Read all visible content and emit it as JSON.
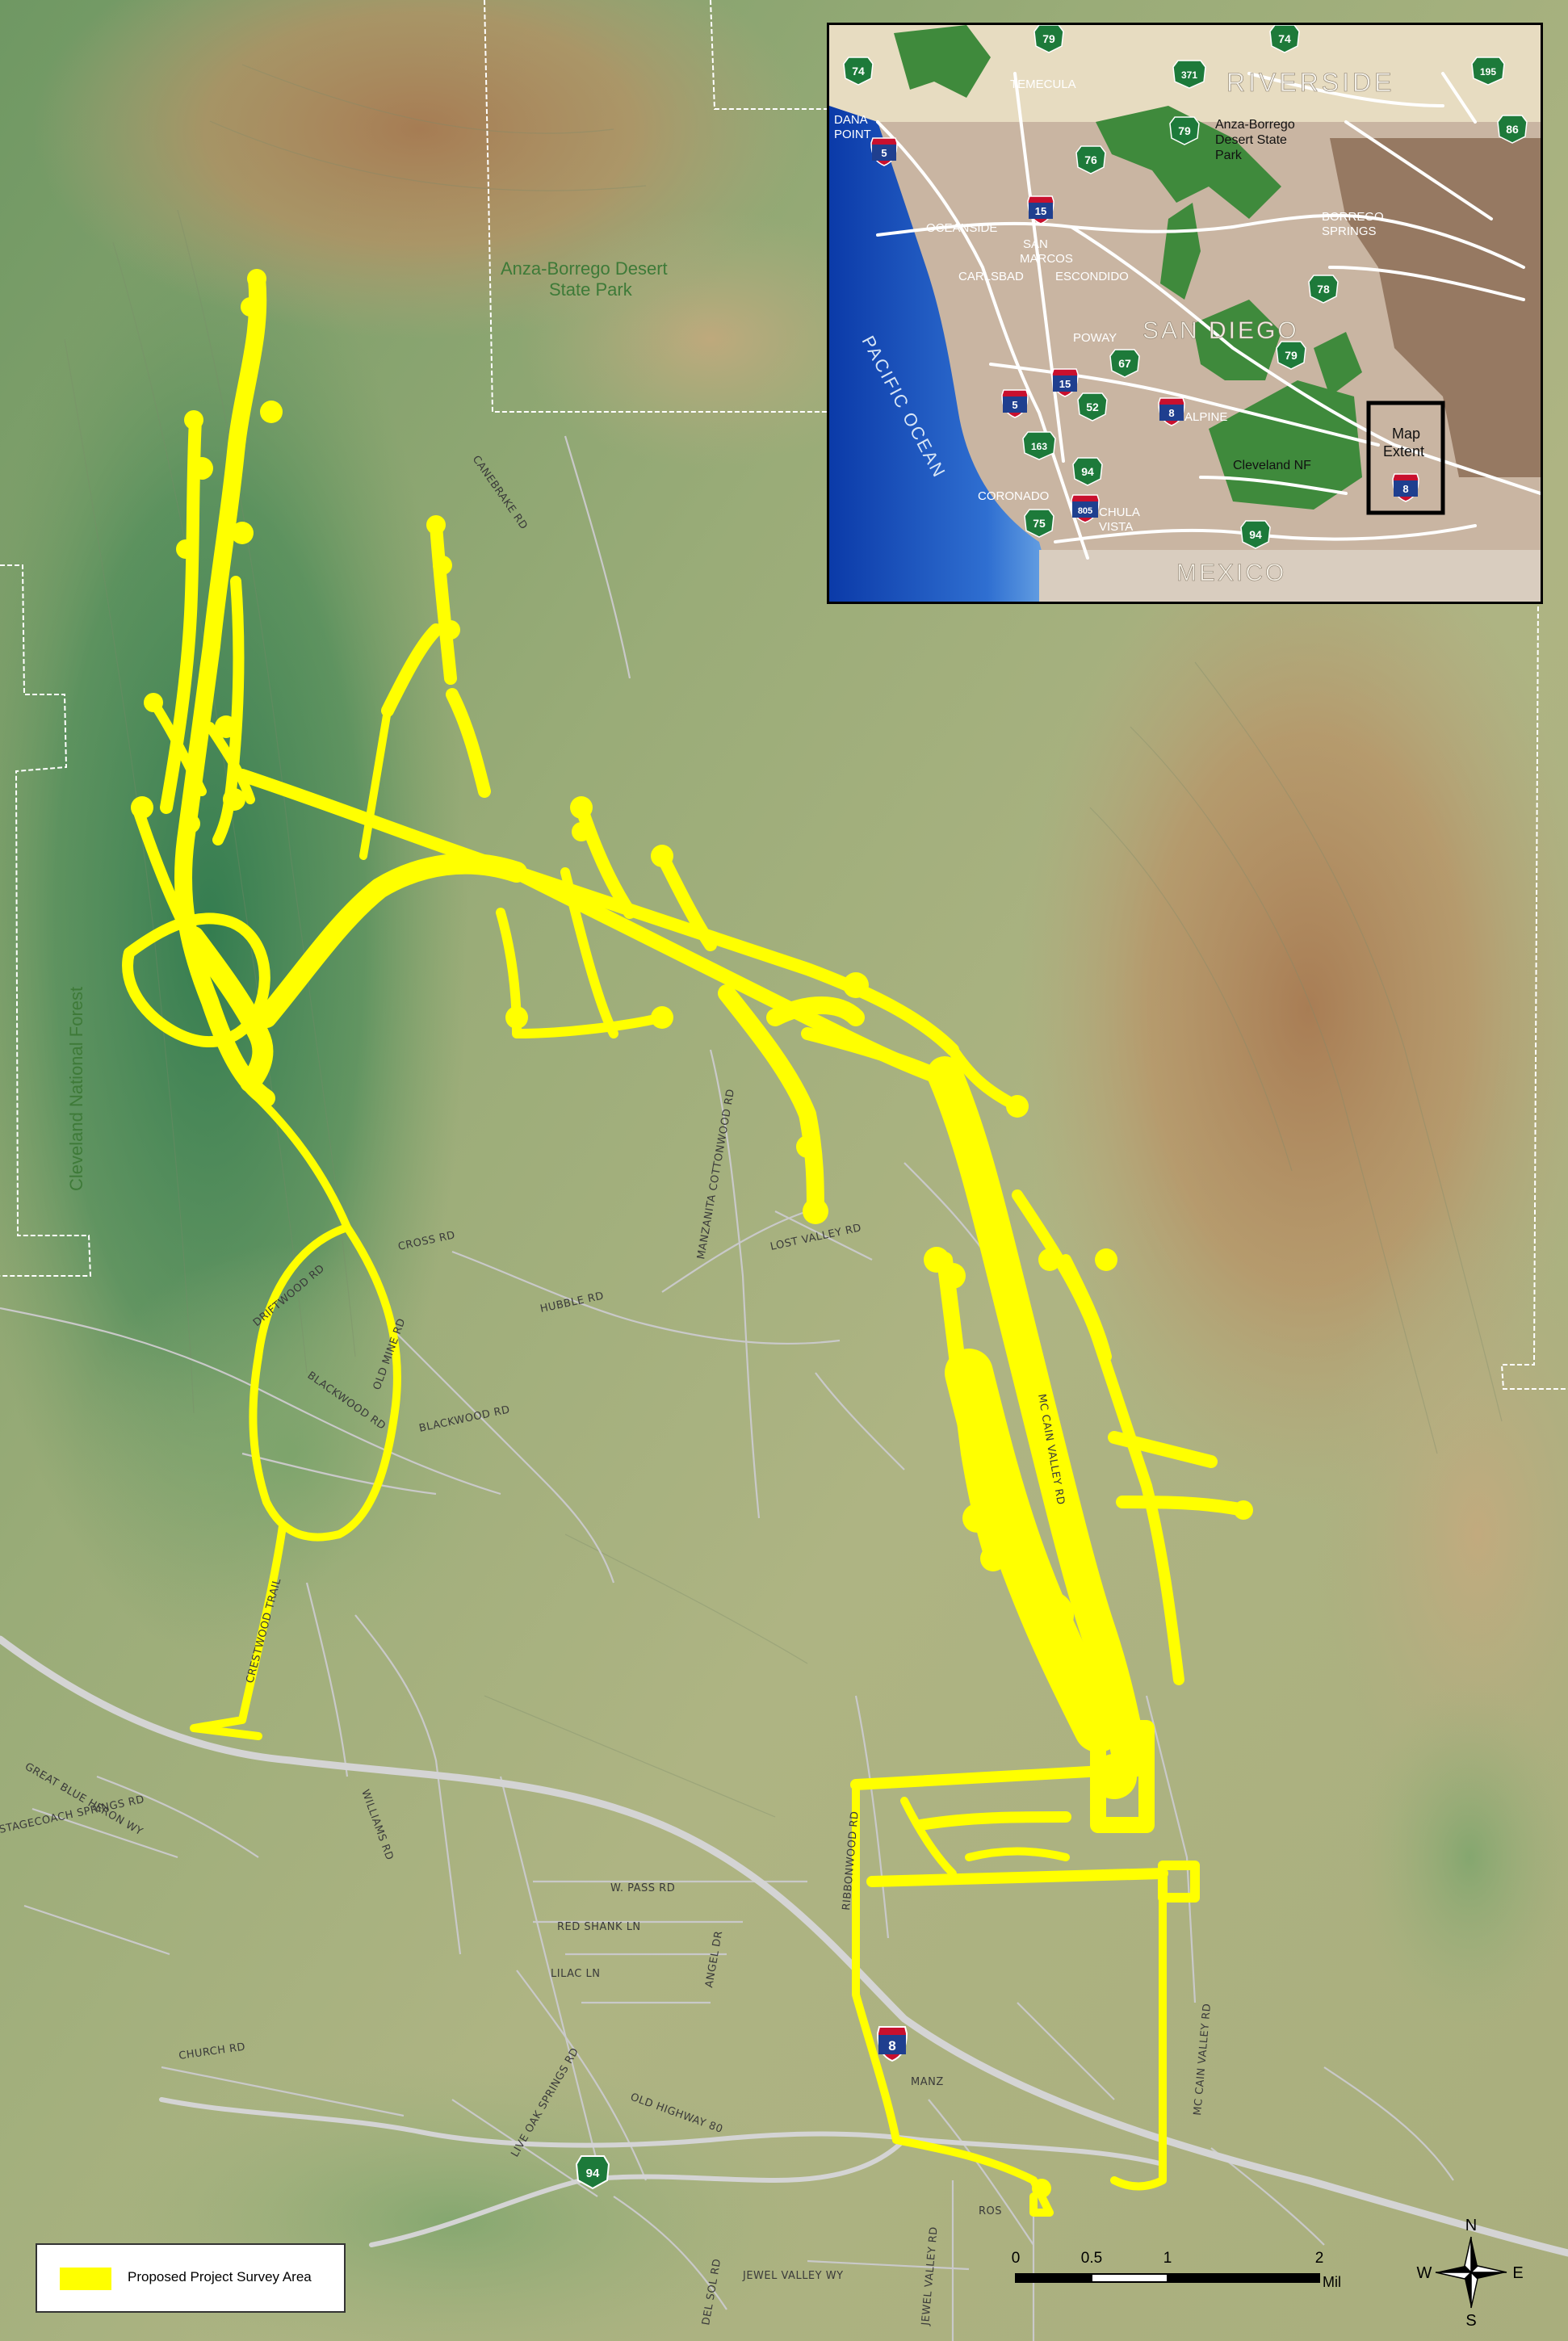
{
  "legend": {
    "label": "Proposed Project Survey Area",
    "swatch_color": "#ffff00"
  },
  "park_labels": {
    "anza_borrego": [
      "Anza-Borrego Desert",
      "State Park"
    ],
    "cleveland": "Cleveland National Forest"
  },
  "road_labels": {
    "canebrake": "CANEBRAKE RD",
    "manzanita": "MANZANITA COTTONWOOD RD",
    "lost_valley": "LOST VALLEY RD",
    "cross": "CROSS RD",
    "hubble": "HUBBLE RD",
    "driftwood": "DRIFTWOOD RD",
    "old_mine": "OLD MINE RD",
    "blackwood1": "BLACKWOOD RD",
    "blackwood2": "BLACKWOOD RD",
    "mccain_valley_n": "MC CAIN VALLEY RD",
    "crestwood": "CRESTWOOD TRAIL",
    "williams": "WILLIAMS RD",
    "ribbonwood": "RIBBONWOOD RD",
    "w_pass": "W. PASS RD",
    "red_shank": "RED SHANK LN",
    "lilac": "LILAC LN",
    "angel": "ANGEL DR",
    "old_highway": "OLD HIGHWAY 80",
    "live_oak": "LIVE OAK SPRINGS RD",
    "church": "CHURCH RD",
    "jewel_valley_wy": "JEWEL VALLEY WY",
    "jewel_valley_rd": "JEWEL VALLEY RD",
    "mccain_valley_s": "MC CAIN VALLEY RD",
    "great_blue_heron": "GREAT BLUE HERON WY",
    "stagecoach": "STAGECOACH SPRINGS RD",
    "manz": "MANZ",
    "ros": "ROS",
    "del_sol": "DEL SOL RD"
  },
  "route_shields": {
    "i8_main": "8",
    "sr94_main": "94"
  },
  "inset": {
    "labels": {
      "riverside": "RIVERSIDE",
      "san_diego": "SAN DIEGO",
      "mexico": "MEXICO",
      "pacific": "PACIFIC OCEAN",
      "temecula": "TEMECULA",
      "dana_point": [
        "DANA",
        "POINT"
      ],
      "oceanside": "OCEANSIDE",
      "carlsbad": "CARLSBAD",
      "san_marcos": [
        "SAN",
        "MARCOS"
      ],
      "escondido": "ESCONDIDO",
      "poway": "POWAY",
      "alpine": "ALPINE",
      "coronado": "CORONADO",
      "chula_vista": [
        "CHULA",
        "VISTA"
      ],
      "borrego_springs": [
        "BORREGO",
        "SPRINGS"
      ],
      "anza_borrego": [
        "Anza-Borrego",
        "Desert State",
        "Park"
      ],
      "cleveland_nf": "Cleveland NF",
      "map_extent": [
        "Map",
        "Extent"
      ]
    },
    "shields": {
      "s74a": "74",
      "s79a": "79",
      "s371": "371",
      "s74b": "74",
      "s195": "195",
      "s86": "86",
      "i5a": "5",
      "i15a": "15",
      "s76": "76",
      "s79b": "79",
      "s78": "78",
      "s79c": "79",
      "s67": "67",
      "i5b": "5",
      "i15b": "15",
      "i8a": "8",
      "s52": "52",
      "s163": "163",
      "s94a": "94",
      "i805": "805",
      "s75": "75",
      "s94b": "94",
      "i8b": "8"
    }
  },
  "scale": {
    "ticks": [
      "0",
      "0.5",
      "1",
      "2"
    ],
    "unit": "Miles"
  },
  "north_arrow": {
    "n": "N",
    "s": "S",
    "e": "E",
    "w": "W"
  }
}
